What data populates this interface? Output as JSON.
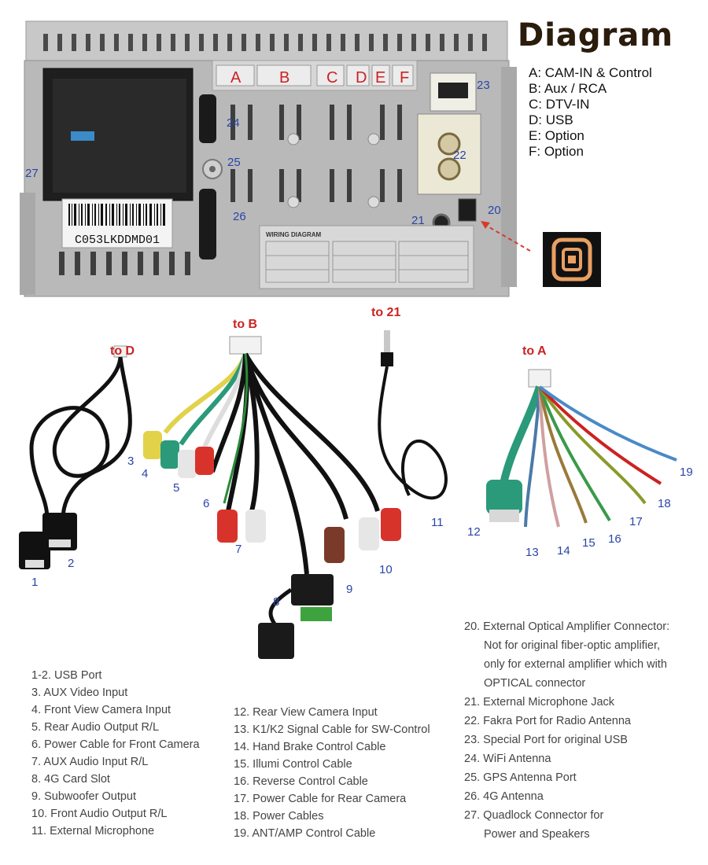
{
  "title": "Diagram",
  "legend": [
    "A: CAM-IN & Control",
    "B: Aux / RCA",
    "C: DTV-IN",
    "D: USB",
    "E: Option",
    "F: Option"
  ],
  "port_letters": [
    "A",
    "B",
    "C",
    "D",
    "E",
    "F"
  ],
  "unit_callouts": [
    "20",
    "21",
    "22",
    "23",
    "24",
    "25",
    "26",
    "27"
  ],
  "serial_label": "C053LKDDMD01",
  "wiring_label": "WIRING DIAGRAM",
  "connector_targets": {
    "to_d": "to D",
    "to_b": "to B",
    "to_21": "to 21",
    "to_a": "to A"
  },
  "cable_numbers": [
    "1",
    "2",
    "3",
    "4",
    "5",
    "6",
    "7",
    "8",
    "9",
    "10",
    "11",
    "12",
    "13",
    "14",
    "15",
    "16",
    "17",
    "18",
    "19"
  ],
  "descriptions": {
    "col1": [
      "1-2. USB Port",
      "3. AUX Video Input",
      "4. Front View Camera Input",
      "5. Rear Audio Output R/L",
      "6. Power Cable for Front Camera",
      "7. AUX Audio Input R/L",
      "8. 4G Card Slot",
      "9. Subwoofer Output",
      "10. Front Audio Output R/L",
      "11. External Microphone"
    ],
    "col2": [
      "12. Rear View Camera Input",
      "13. K1/K2 Signal Cable for SW-Control",
      "14. Hand Brake Control Cable",
      "15. Illumi Control Cable",
      "16. Reverse Control Cable",
      "17. Power Cable for Rear Camera",
      "18. Power Cables",
      "19. ANT/AMP Control Cable"
    ],
    "col3": [
      "20. External Optical Amplifier Connector:",
      "Not for original fiber-optic amplifier,",
      "only for external amplifier which with",
      "OPTICAL connector",
      "21. External Microphone Jack",
      "22. Fakra Port for Radio Antenna",
      "23. Special Port for original USB",
      "24. WiFi Antenna",
      "25. GPS Antenna Port",
      "26. 4G Antenna",
      "27. Quadlock Connector for",
      "Power and Speakers"
    ]
  },
  "colors": {
    "callout_blue": "#2a45a8",
    "target_red": "#cc2222",
    "title_dark": "#2b1c0c",
    "unit_gray": "#b8b8b8"
  }
}
